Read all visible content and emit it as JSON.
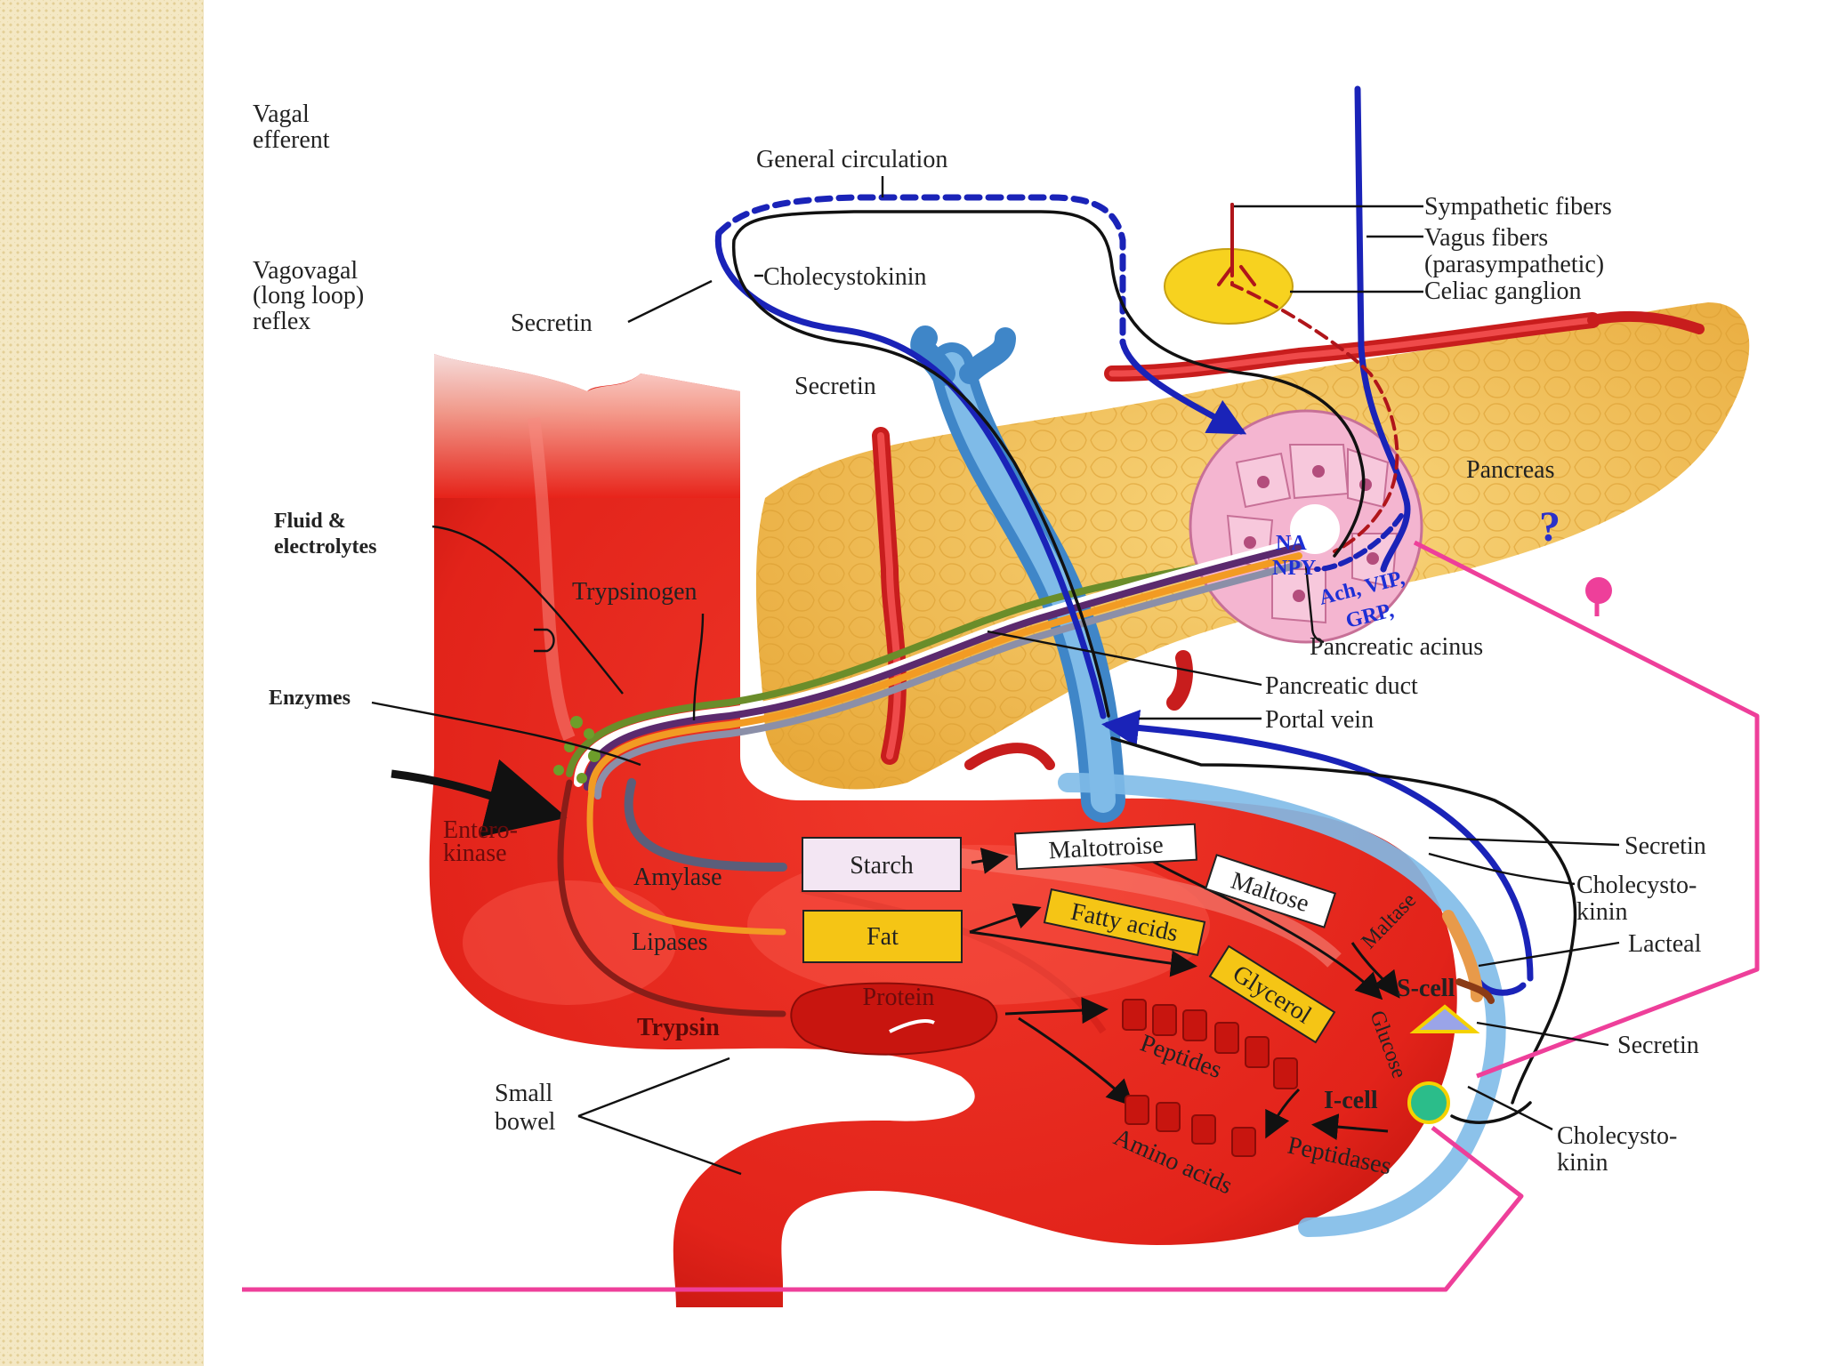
{
  "labels": {
    "vagal_efferent": [
      "Vagal",
      "efferent"
    ],
    "vagovagal": [
      "Vagovagal",
      "(long loop)",
      "reflex"
    ],
    "general_circulation": "General circulation",
    "cholecystokinin_top": "Cholecystokinin",
    "secretin_left": "Secretin",
    "secretin_mid": "Secretin",
    "sympathetic_fibers": "Sympathetic fibers",
    "vagus_fibers": [
      "Vagus fibers",
      "(parasympathetic)"
    ],
    "celiac_ganglion": "Celiac ganglion",
    "pancreas": "Pancreas",
    "question_mark": "?",
    "fluid_electrolytes": [
      "Fluid &",
      "electrolytes"
    ],
    "trypsinogen": "Trypsinogen",
    "enzymes": "Enzymes",
    "na": "NA",
    "npy": "NPY",
    "ach_vip": "Ach, VIP,",
    "grp": "GRP,",
    "pancreatic_acinus": "Pancreatic acinus",
    "pancreatic_duct": "Pancreatic duct",
    "portal_vein": "Portal vein",
    "enterokinase": [
      "Entero-",
      "kinase"
    ],
    "amylase": "Amylase",
    "starch": "Starch",
    "maltotroise": "Maltotroise",
    "maltose": "Maltose",
    "maltase": "Maltase",
    "lipases": "Lipases",
    "fat": "Fat",
    "fatty_acids": "Fatty acids",
    "glycerol": "Glycerol",
    "glucose": "Glucose",
    "s_cell": "S-cell",
    "i_cell": "I-cell",
    "protein": "Protein",
    "trypsin": "Trypsin",
    "peptides": "Peptides",
    "amino_acids": "Amino acids",
    "peptidases": "Peptidases",
    "small_bowel": [
      "Small",
      "bowel"
    ],
    "secretin_right1": "Secretin",
    "cholecystokinin_right1": [
      "Cholecysto-",
      "kinin"
    ],
    "lacteal": "Lacteal",
    "secretin_right2": "Secretin",
    "cholecystokinin_right2": [
      "Cholecysto-",
      "kinin"
    ]
  },
  "colors": {
    "bowel": "#e8231a",
    "pancreas": "#f2c14e",
    "portal_vein": "#5aa0d8",
    "artery": "#d92424",
    "blood_blue": "#1a23b8",
    "reflex_pink": "#ee3f9a",
    "fat_box": "#f5c515",
    "starch_box": "#f3e6f3",
    "acinus": "#f2a7c8"
  }
}
